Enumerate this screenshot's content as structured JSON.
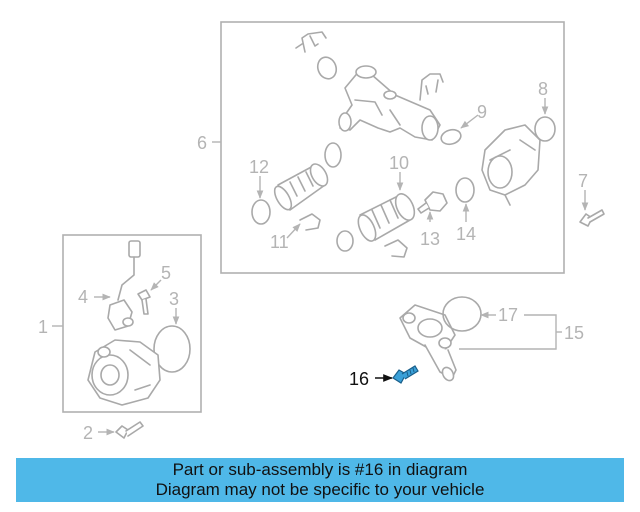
{
  "diagram": {
    "callouts": {
      "c1": "1",
      "c2": "2",
      "c3": "3",
      "c4": "4",
      "c5": "5",
      "c6": "6",
      "c7": "7",
      "c8": "8",
      "c9": "9",
      "c10": "10",
      "c11": "11",
      "c12": "12",
      "c13": "13",
      "c14": "14",
      "c15": "15",
      "c16": "16",
      "c17": "17"
    },
    "highlighted_part": "16",
    "highlight_color": "#3aa0d8",
    "line_color": "#a9a9a9"
  },
  "banner": {
    "line1": "Part or sub-assembly is #16 in diagram",
    "line2": "Diagram may not be specific to your vehicle",
    "background": "#4fb8e8"
  }
}
